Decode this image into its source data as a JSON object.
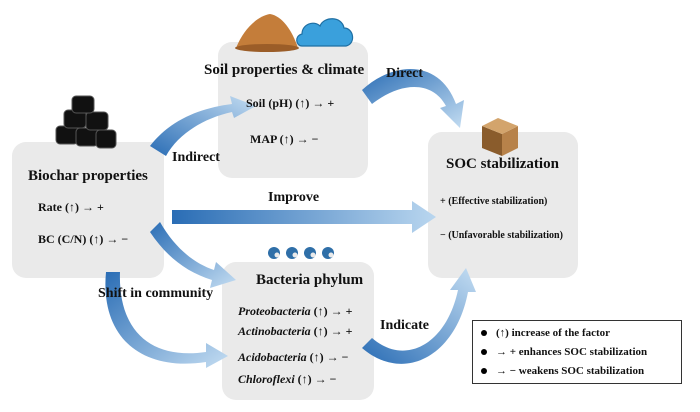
{
  "soil_box": {
    "title": "Soil properties & climate",
    "line1": "Soil (pH) (↑) → +",
    "line2": "MAP (↑) → −"
  },
  "biochar_box": {
    "title": "Biochar properties",
    "line1": "Rate (↑) → +",
    "line2": "BC (C/N) (↑) → −"
  },
  "soc_box": {
    "title": "SOC stabilization",
    "line1": "+ (Effective stabilization)",
    "line2": "− (Unfavorable stabilization)"
  },
  "bacteria_box": {
    "title": "Bacteria phylum",
    "rows": [
      {
        "name": "Proteobacteria",
        "effect": " (↑) → +"
      },
      {
        "name": "Actinobacteria",
        "effect": " (↑) → +"
      },
      {
        "name": "Acidobacteria",
        "effect": " (↑) → −"
      },
      {
        "name": "Chloroflexi",
        "effect": " (↑) → −"
      }
    ]
  },
  "arrows": {
    "direct": "Direct",
    "indirect": "Indirect",
    "improve": "Improve",
    "shift": "Shift in community",
    "indicate": "Indicate"
  },
  "legend": {
    "items": [
      "(↑) increase of the factor",
      "→ + enhances SOC stabilization",
      "→ − weakens SOC stabilization"
    ]
  },
  "colors": {
    "box_fill": "#eaeaea",
    "arrow_dark": "#2a6db5",
    "arrow_light": "#b9d6ef",
    "soil_color": "#c47d3a",
    "cloud_color": "#3aa0dc",
    "biochar_color": "#111111",
    "cube_color": "#a8773e",
    "bacteria_color": "#2f6fa8"
  },
  "icons": [
    "soil-pile-icon",
    "cloud-icon",
    "biochar-pile-icon",
    "box-cube-icon",
    "bacteria-icon"
  ]
}
